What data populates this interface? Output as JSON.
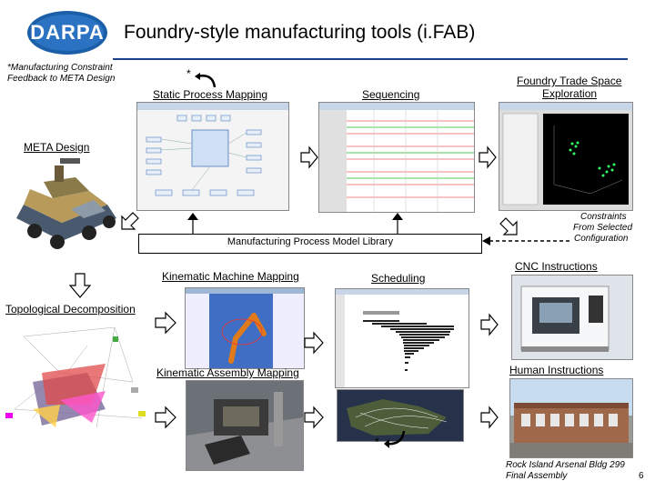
{
  "slide": {
    "title": "Foundry-style manufacturing tools (i.FAB)",
    "logo_text": "DARPA",
    "page_number": "6"
  },
  "notes": {
    "feedback_line1": "*Manufacturing Constraint",
    "feedback_line2": "Feedback to META Design",
    "asterisk_top": "*",
    "asterisk_bottom": "*",
    "constraints_line1": "Constraints",
    "constraints_line2": "From Selected",
    "constraints_line3": "Configuration",
    "rock_island_line1": "Rock Island Arsenal Bldg 299",
    "rock_island_line2": "Final Assembly"
  },
  "labels": {
    "static_process_mapping": "Static Process Mapping",
    "sequencing": "Sequencing",
    "foundry_line1": "Foundry Trade Space",
    "foundry_line2": "Exploration",
    "meta_design": "META Design",
    "library": "Manufacturing Process Model Library",
    "kinematic_machine": "Kinematic Machine Mapping",
    "scheduling": "Scheduling",
    "cnc": "CNC Instructions",
    "topological": "Topological Decomposition",
    "kinematic_assembly": "Kinematic Assembly Mapping",
    "human": "Human Instructions"
  },
  "colors": {
    "title_rule": "#1f3f8f",
    "darpa_blue": "#1b5fa8"
  }
}
